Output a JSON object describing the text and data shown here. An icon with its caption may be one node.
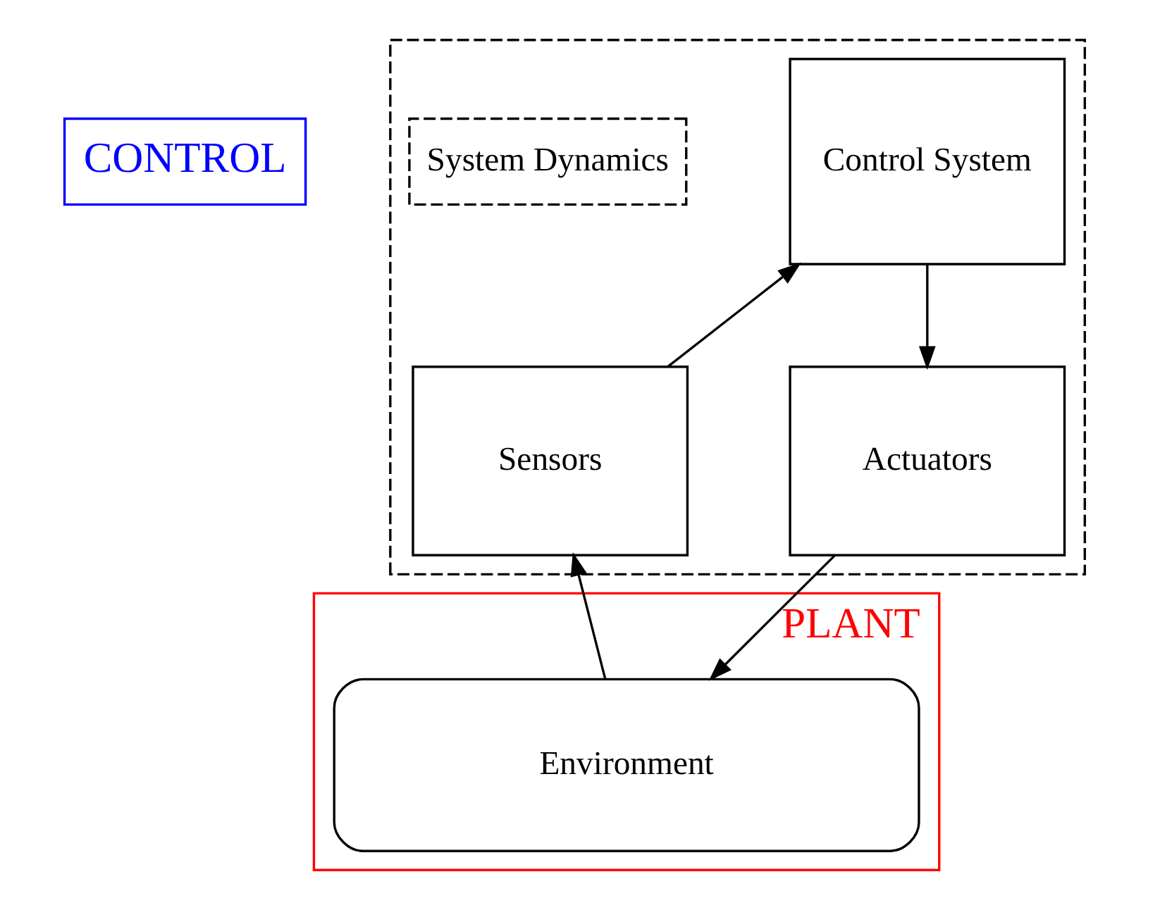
{
  "diagram": {
    "nodes": [
      {
        "text": [
          "CONTROL"
        ]
      },
      {
        "text": [
          "PLANT"
        ]
      },
      {
        "text": [],
        "shape": "box"
      },
      {
        "text": [
          "Control System"
        ],
        "in": 2
      },
      {
        "text": [
          "Sensors"
        ],
        "in": 2
      },
      {
        "text": [
          "Actuators"
        ],
        "in": 2
      },
      {
        "text": [
          "System Dynamics"
        ],
        "in": 2
      },
      {
        "text": [
          "Environment"
        ],
        "in": 1
      }
    ],
    "edges": [
      {
        "from": 4,
        "to": 3,
        "arrow": "to"
      },
      {
        "from": 3,
        "to": 5,
        "arrow": "to"
      },
      {
        "from": 7,
        "to": 4,
        "arrow": "to"
      },
      {
        "from": 5,
        "to": 7,
        "arrow": "to"
      }
    ]
  }
}
